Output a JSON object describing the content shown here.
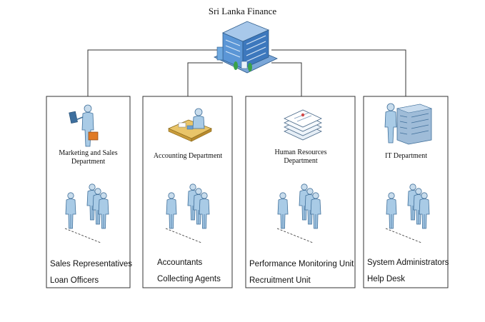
{
  "title": "Sri Lanka Finance",
  "departments": [
    {
      "name_line1": "Marketing and Sales",
      "name_line2": "Department",
      "icon": "salesperson-icon",
      "roles": [
        "Sales Representatives",
        "Loan Officers"
      ]
    },
    {
      "name_line1": "Accounting Department",
      "name_line2": "",
      "icon": "accountant-desk-icon",
      "roles": [
        "Accountants",
        "Collecting Agents"
      ]
    },
    {
      "name_line1": "Human Resources",
      "name_line2": "Department",
      "icon": "documents-icon",
      "roles": [
        "Performance Monitoring Unit",
        "Recruitment Unit"
      ]
    },
    {
      "name_line1": "IT Department",
      "name_line2": "",
      "icon": "server-admin-icon",
      "roles": [
        "System Administrators",
        "Help Desk"
      ]
    }
  ],
  "root_icon": "office-building-icon",
  "team_icon": "team-group-icon",
  "colors": {
    "line": "#333333",
    "building_blue": "#4a90d0",
    "person_blue": "#a9cbe6",
    "person_dark": "#3f6f9a"
  }
}
